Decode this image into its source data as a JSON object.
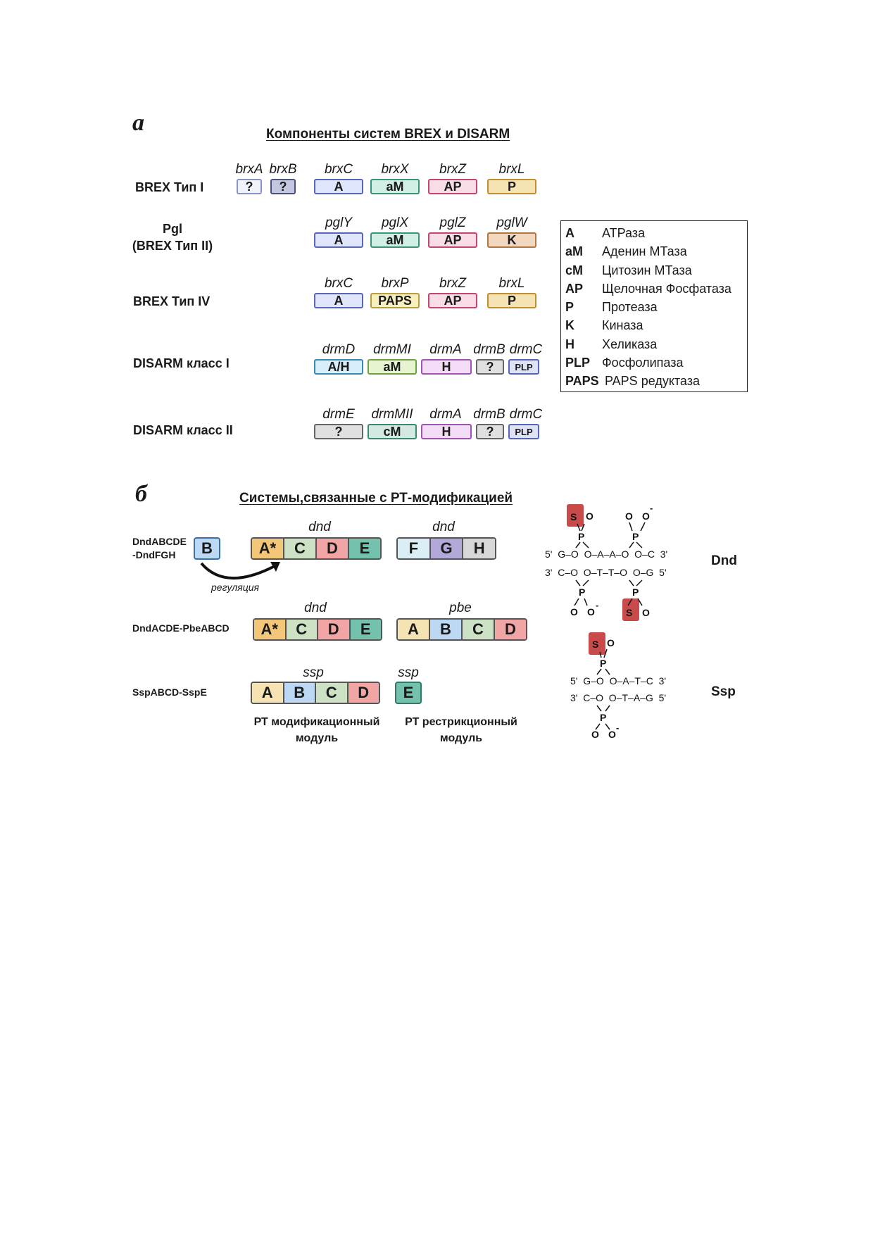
{
  "panel_a": {
    "letter": "а",
    "title": "Компоненты систем BREX и DISARM",
    "rows": [
      {
        "label": "BREX Тип I",
        "genes": [
          {
            "name": "brxA",
            "box": "?",
            "color": "#f1f3fb"
          },
          {
            "name": "brxB",
            "box": "?",
            "color": "#c3c7df"
          },
          {
            "name": "brxC",
            "box": "A",
            "color": "#dfe5fb"
          },
          {
            "name": "brxX",
            "box": "aM",
            "color": "#d2efe6"
          },
          {
            "name": "brxZ",
            "box": "AP",
            "color": "#f9dde6"
          },
          {
            "name": "brxL",
            "box": "P",
            "color": "#f6e3b4"
          }
        ]
      },
      {
        "label": "Pgl\n(BREX Тип II)",
        "genes": [
          {
            "name": "pglY",
            "box": "A",
            "color": "#dfe5fb"
          },
          {
            "name": "pglX",
            "box": "aM",
            "color": "#d2efe6"
          },
          {
            "name": "pglZ",
            "box": "AP",
            "color": "#f9dde6"
          },
          {
            "name": "pglW",
            "box": "K",
            "color": "#f2d8c0"
          }
        ]
      },
      {
        "label": "BREX Тип IV",
        "genes": [
          {
            "name": "brxC",
            "box": "A",
            "color": "#dfe5fb"
          },
          {
            "name": "brxP",
            "box": "PAPS",
            "color": "#f8efbf"
          },
          {
            "name": "brxZ",
            "box": "AP",
            "color": "#f9dde6"
          },
          {
            "name": "brxL",
            "box": "P",
            "color": "#f6e3b4"
          }
        ]
      },
      {
        "label": "DISARM класс I",
        "genes": [
          {
            "name": "drmD",
            "box": "A/H",
            "color": "#d8eef8"
          },
          {
            "name": "drmMI",
            "box": "aM",
            "color": "#e6f5cf"
          },
          {
            "name": "drmA",
            "box": "H",
            "color": "#f3dcf6"
          },
          {
            "name": "drmB",
            "box": "?",
            "color": "#e0e0e0"
          },
          {
            "name": "drmC",
            "box": "PLP",
            "color": "#dfe1f4"
          }
        ]
      },
      {
        "label": "DISARM класс II",
        "genes": [
          {
            "name": "drmE",
            "box": "?",
            "color": "#e0e0e0"
          },
          {
            "name": "drmMII",
            "box": "cM",
            "color": "#d3e9e2"
          },
          {
            "name": "drmA",
            "box": "H",
            "color": "#f3dcf6"
          },
          {
            "name": "drmB",
            "box": "?",
            "color": "#e0e0e0"
          },
          {
            "name": "drmC",
            "box": "PLP",
            "color": "#dfe1f4"
          }
        ]
      }
    ],
    "legend": [
      {
        "k": "A",
        "v": "АТРаза"
      },
      {
        "k": "aM",
        "v": "Аденин МТаза"
      },
      {
        "k": "cM",
        "v": "Цитозин МТаза"
      },
      {
        "k": "AP",
        "v": "Щелочная Фосфатаза"
      },
      {
        "k": "P",
        "v": "Протеаза"
      },
      {
        "k": "K",
        "v": "Киназа"
      },
      {
        "k": "H",
        "v": "Хеликаза"
      },
      {
        "k": "PLP",
        "v": "Фосфолипаза"
      },
      {
        "k": "PAPS",
        "v": "PAPS редуктаза"
      }
    ]
  },
  "panel_b": {
    "letter": "б",
    "title": "Системы,связанные с РТ-модификацией",
    "systems": [
      {
        "label": "DndABCDE\n-DndFGH",
        "single_gene": "B",
        "operon1_name": "dnd",
        "operon1": [
          "A*",
          "C",
          "D",
          "E"
        ],
        "operon2_name": "dnd",
        "operon2": [
          "F",
          "G",
          "H"
        ],
        "regulation": "регуляция"
      },
      {
        "label": "DndACDE-PbeABCD",
        "operon1_name": "dnd",
        "operon1": [
          "A*",
          "C",
          "D",
          "E"
        ],
        "operon2_name": "pbe",
        "operon2": [
          "A",
          "B",
          "C",
          "D"
        ]
      },
      {
        "label": "SspABCD-SspE",
        "operon1_name": "ssp",
        "operon1": [
          "A",
          "B",
          "C",
          "D"
        ],
        "operon2_name": "ssp",
        "operon2": [
          "E"
        ]
      }
    ],
    "modules": [
      "РТ модификационный\nмодуль",
      "РТ рестрикционный\nмодуль"
    ],
    "colors": {
      "A_star": "#f2c77a",
      "A": "#f6e3b4",
      "B": "#bcd8f3",
      "C": "#cde2c5",
      "D": "#f1a5a5",
      "E": "#74c1ae",
      "F": "#dbeef6",
      "G": "#b3a9d9",
      "H": "#d7d7d7",
      "S_highlight": "#c94a4a"
    },
    "chem": {
      "dnd_label": "Dnd",
      "ssp_label": "Ssp",
      "dnd_top": "5'  G–O  O–A–A–O  O–C  3'",
      "dnd_bottom": "3'  C–O  O–T–T–O  O–G  5'",
      "ssp_top": "5'  G–O  O–A–T–C  3'",
      "ssp_bottom": "3'  C–O  O–T–A–G  5'",
      "S": "S",
      "P": "P",
      "O": "O",
      "minus": "-"
    }
  }
}
